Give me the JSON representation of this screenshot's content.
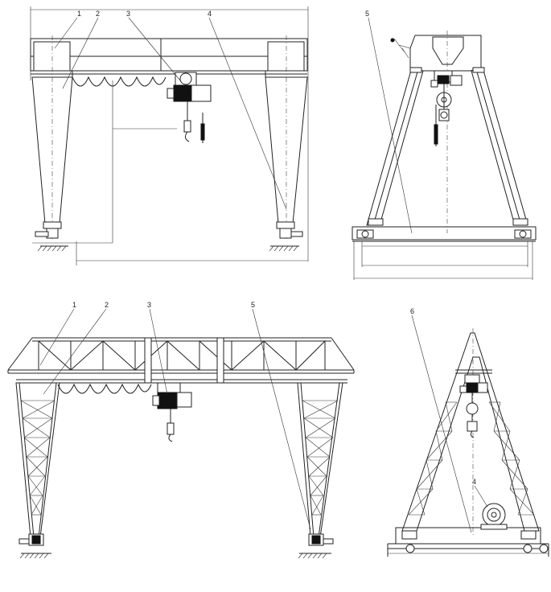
{
  "views": [
    {
      "name": "single-girder-gantry-front",
      "callouts": [
        "1",
        "2",
        "3",
        "4"
      ]
    },
    {
      "name": "single-girder-gantry-side",
      "callouts": [
        "5"
      ]
    },
    {
      "name": "truss-gantry-front",
      "callouts": [
        "1",
        "2",
        "3",
        "5"
      ]
    },
    {
      "name": "truss-gantry-side",
      "callouts": [
        "6",
        "4"
      ]
    }
  ]
}
